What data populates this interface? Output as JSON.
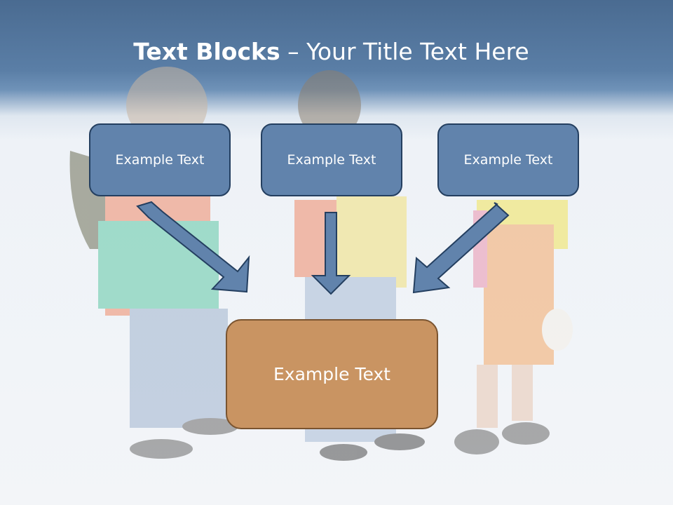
{
  "slide": {
    "title_bold": "Text Blocks",
    "title_dash": " – ",
    "title_rest": "Your Title Text Here"
  },
  "blocks": {
    "top": [
      "Example Text",
      "Example Text",
      "Example Text"
    ],
    "bottom": "Example Text"
  },
  "colors": {
    "header": "#4a6b91",
    "box_blue": "#6183ac",
    "box_border": "#243f60",
    "box_orange": "#c99462",
    "arrow_fill": "#6183ac"
  }
}
